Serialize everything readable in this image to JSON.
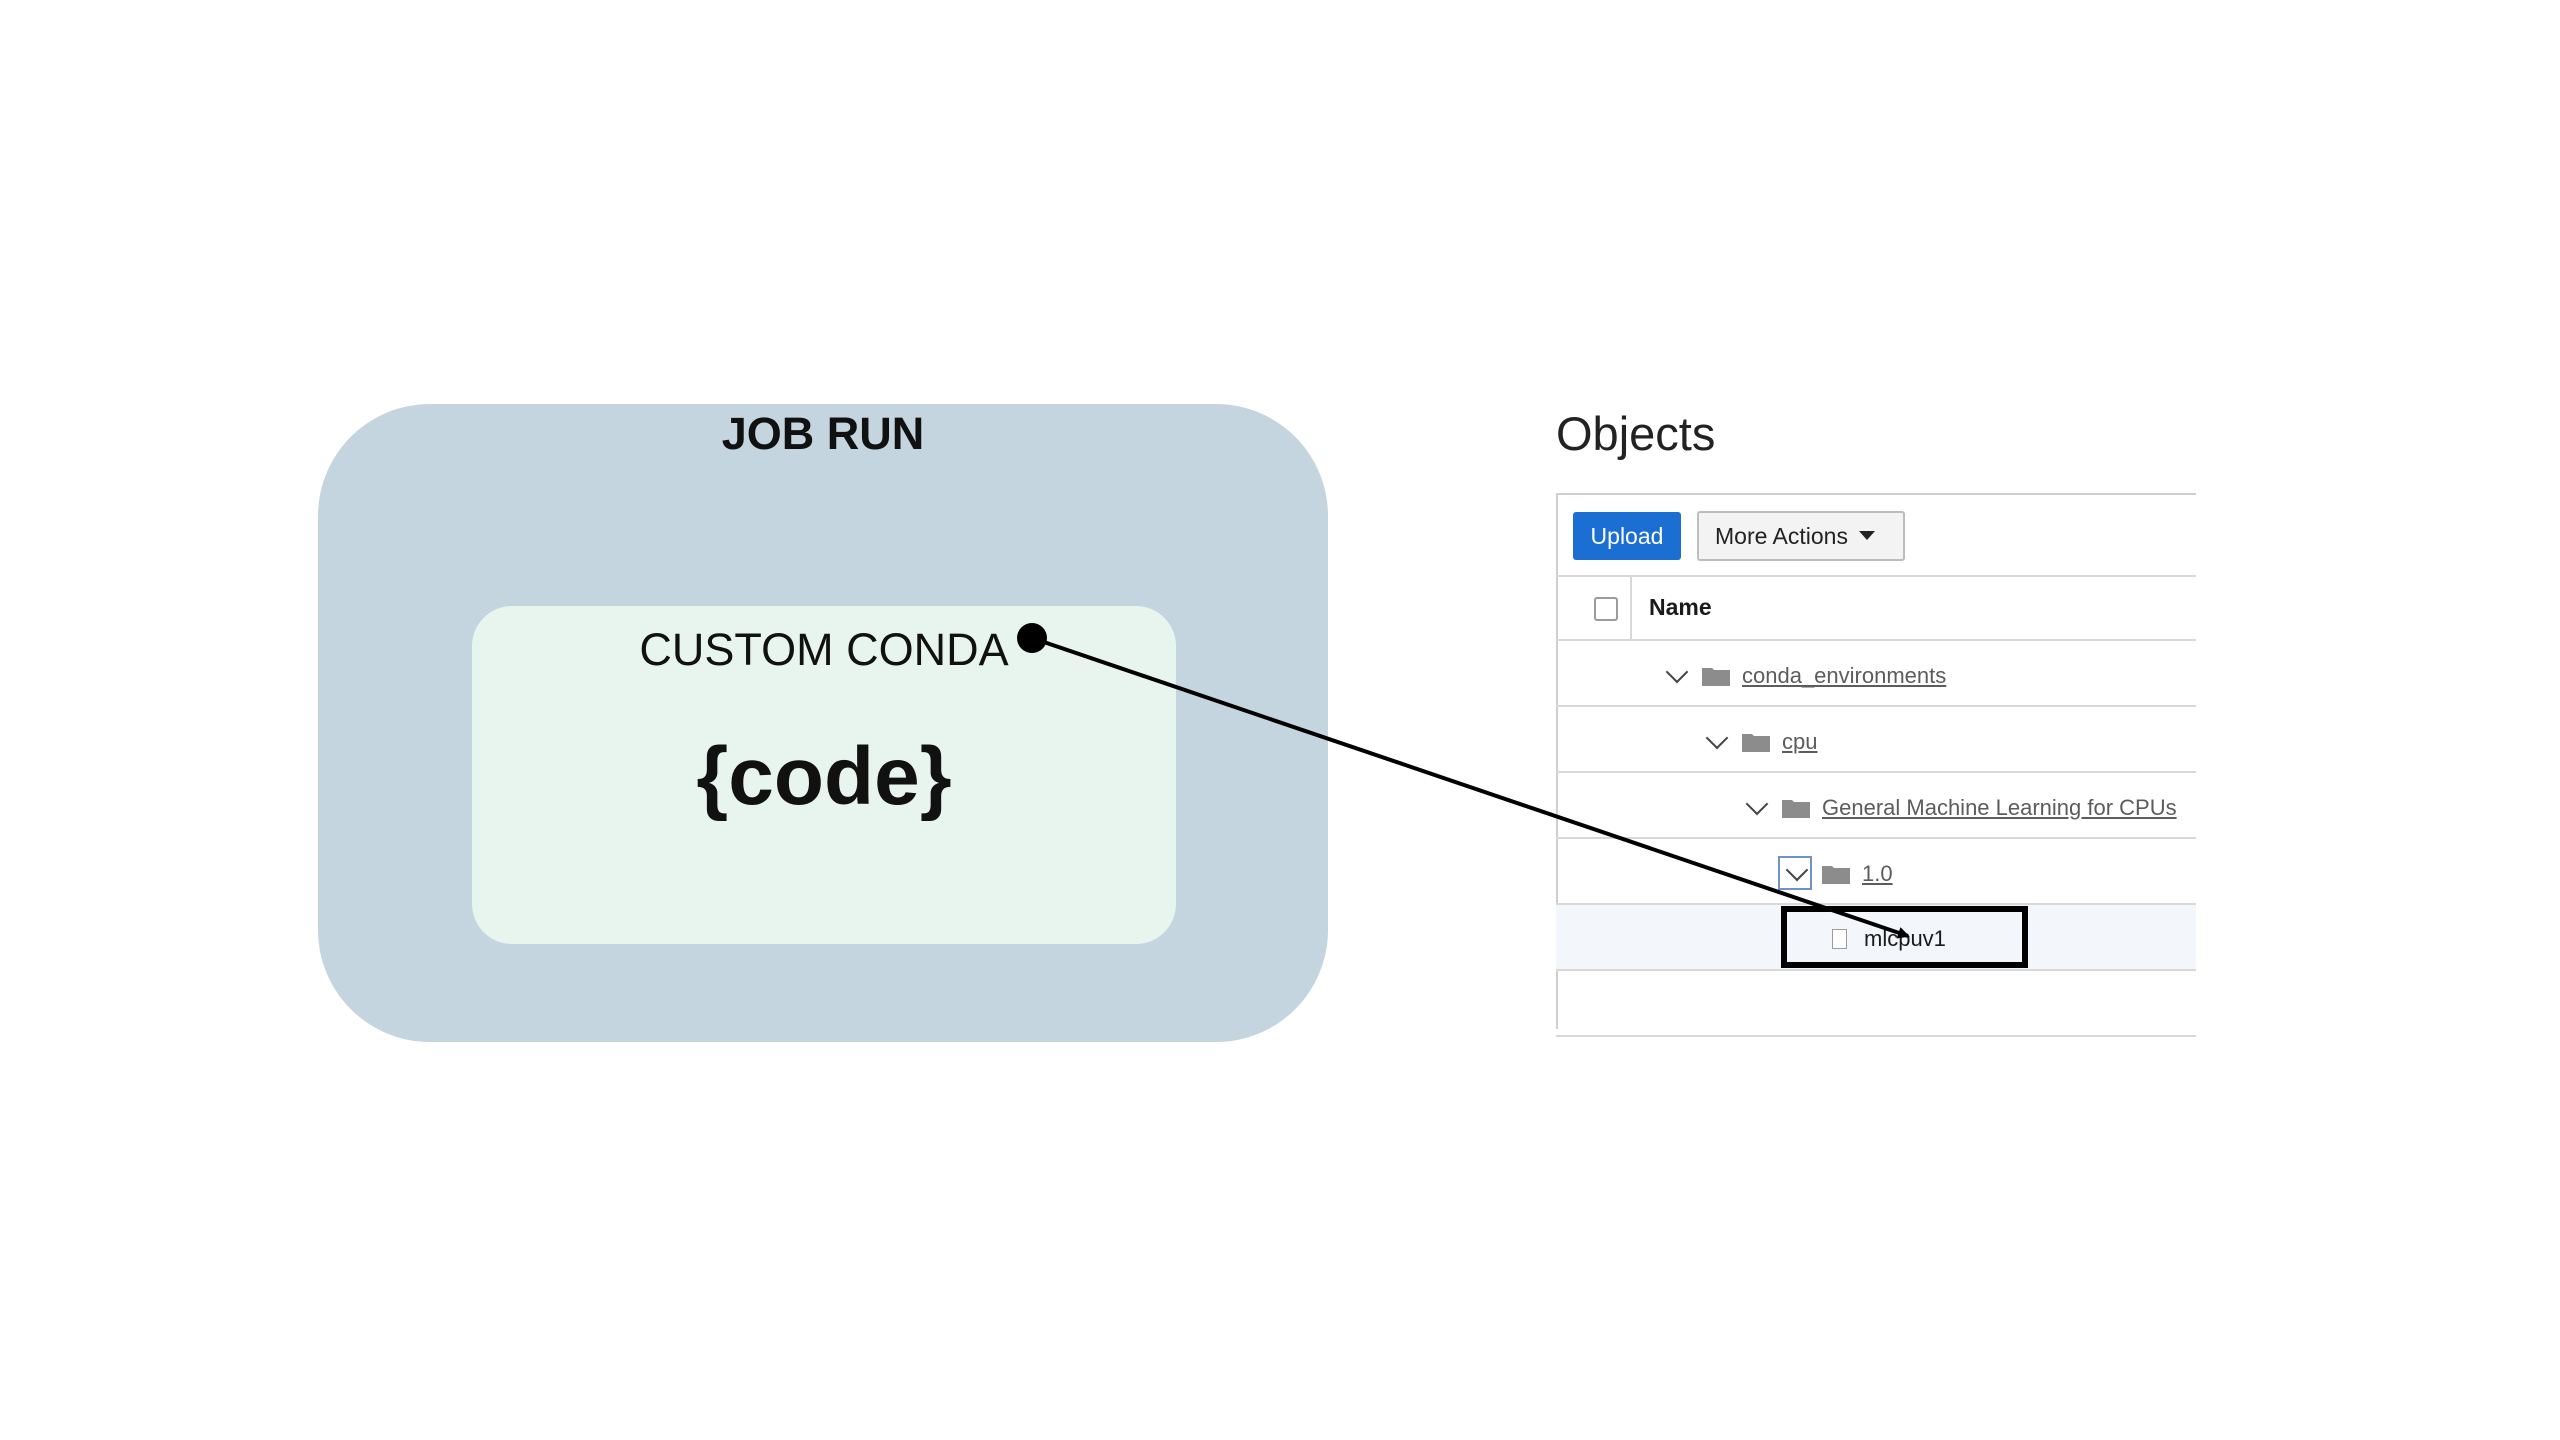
{
  "job_run": {
    "title": "JOB RUN",
    "conda_label": "CUSTOM CONDA",
    "code_label": "{code}"
  },
  "objects": {
    "title": "Objects",
    "upload_label": "Upload",
    "more_actions_label": "More Actions",
    "column_name": "Name",
    "tree": [
      {
        "label": "conda_environments",
        "type": "folder",
        "expanded": true
      },
      {
        "label": "cpu",
        "type": "folder",
        "expanded": true
      },
      {
        "label": "General Machine Learning for CPUs",
        "type": "folder",
        "expanded": true
      },
      {
        "label": "1.0",
        "type": "folder",
        "expanded": true,
        "focused": true
      },
      {
        "label": "mlcpuv1",
        "type": "file",
        "selected": true
      }
    ]
  },
  "colors": {
    "job_run_bg": "#c5d5e0",
    "conda_bg": "#e7f5ee",
    "upload_button": "#1b6fd2"
  },
  "icons": {
    "folder": "folder-icon",
    "file": "file-icon",
    "expand": "chevron-down-icon",
    "dropdown": "caret-down-icon"
  }
}
